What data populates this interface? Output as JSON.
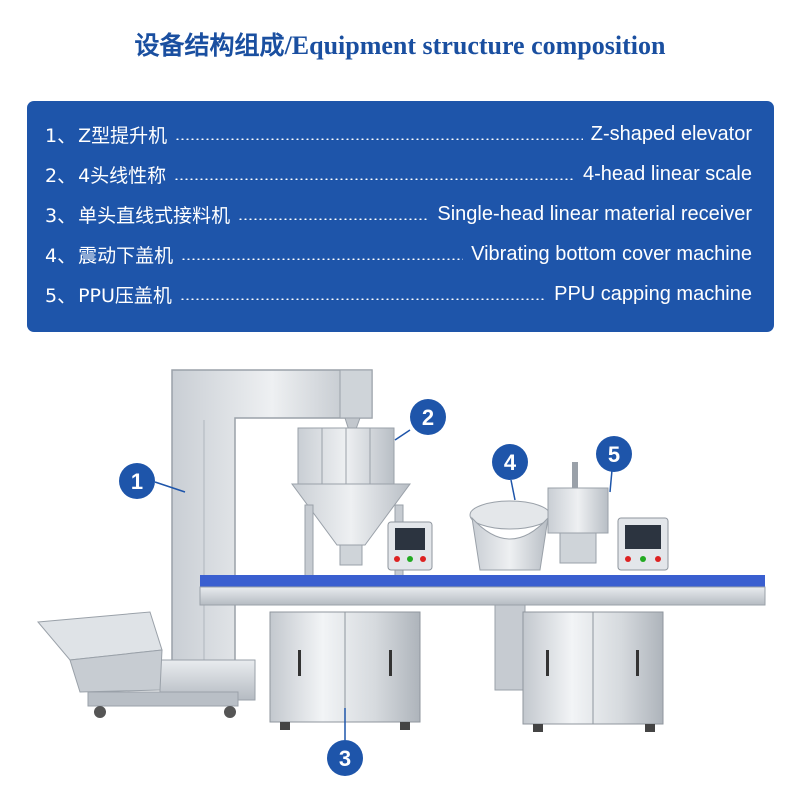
{
  "header": {
    "title_cn": "设备结构组成",
    "title_en": "/Equipment structure composition"
  },
  "components": [
    {
      "number": "1、",
      "name_cn": "Z型提升机",
      "name_en": "Z-shaped elevator"
    },
    {
      "number": "2、",
      "name_cn": "4头线性称",
      "name_en": "4-head linear scale"
    },
    {
      "number": "3、",
      "name_cn": "单头直线式接料机",
      "name_en": "Single-head linear material receiver"
    },
    {
      "number": "4、",
      "name_cn": "震动下盖机",
      "name_en": "Vibrating bottom cover machine"
    },
    {
      "number": "5、",
      "name_cn": "PPU压盖机",
      "name_en": "PPU capping machine"
    }
  ],
  "callouts": [
    "1",
    "2",
    "3",
    "4",
    "5"
  ],
  "colors": {
    "brand_blue": "#1e55aa",
    "title_blue": "#1a4fa0",
    "steel": "#d9dde2"
  }
}
